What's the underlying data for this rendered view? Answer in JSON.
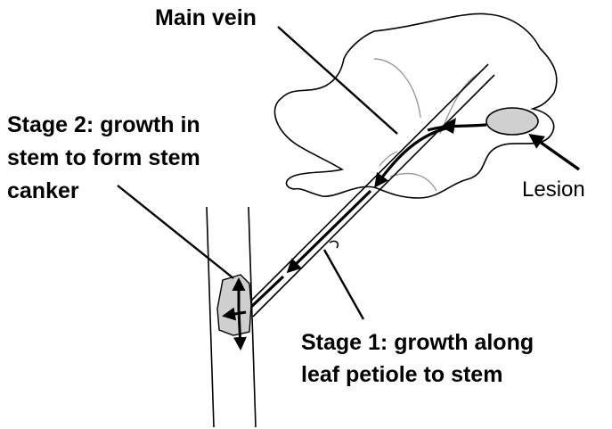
{
  "labels": {
    "main_vein": "Main vein",
    "stage2": [
      "Stage 2: growth in",
      "stem to form stem",
      "canker"
    ],
    "lesion": "Lesion",
    "stage1": [
      "Stage 1: growth along",
      "leaf petiole to stem"
    ]
  },
  "colors": {
    "ink": "#000000",
    "minor_vein": "#9a9a9a",
    "lesion_fill": "#d0d0d0",
    "canker_fill": "#cfcfcf"
  }
}
